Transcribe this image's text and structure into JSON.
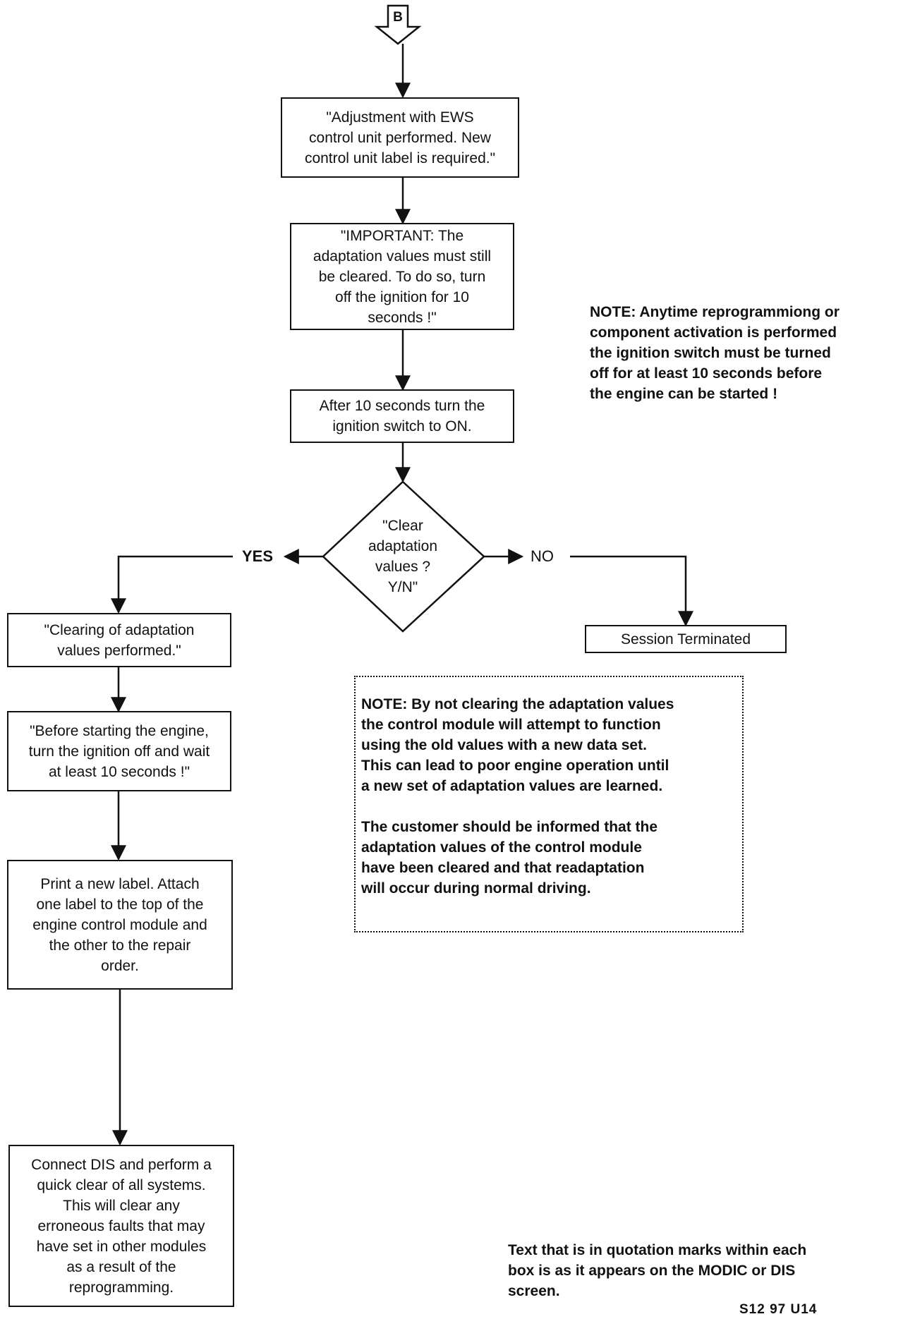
{
  "connector": {
    "letter": "B"
  },
  "boxes": {
    "adjustment": "\"Adjustment with EWS\ncontrol unit performed.  New\ncontrol unit label is required.\"",
    "important": "\"IMPORTANT: The\nadaptation values must still\nbe cleared.  To do so, turn\noff the ignition for 10\nseconds !\"",
    "after10": "After 10 seconds turn the\nignition switch to ON.",
    "clearing_performed": "\"Clearing of adaptation\nvalues performed.\"",
    "before_starting": "\"Before starting the engine,\nturn the ignition off and wait\nat least 10 seconds !\"",
    "print_label": "Print a new label.  Attach\none label to the top of the\nengine control module and\nthe other to the repair\norder.",
    "connect_dis": "Connect DIS and perform a\nquick clear of all systems.\nThis will clear any\nerroneous faults that may\nhave set in other modules\nas a result of the\nreprogramming.",
    "session_terminated": "Session Terminated"
  },
  "decision": {
    "question": "\"Clear\nadaptation\nvalues ?\nY/N\"",
    "yes_label": "YES",
    "no_label": "NO"
  },
  "notes": {
    "ignition_note": "NOTE: Anytime reprogrammiong or\ncomponent activation is performed\nthe ignition switch must be turned\noff for at least 10 seconds before\nthe engine can be started !",
    "adaptation_note_1": "NOTE: By not clearing the adaptation values\nthe control module will attempt to function\nusing the old values with a new data set.\nThis can lead to poor engine operation until\na new set of adaptation values are learned.",
    "adaptation_note_2": "The customer should be informed that the\nadaptation values of the control module\nhave been cleared and that readaptation\nwill occur during normal driving.",
    "quotation_note": "Text that is in quotation marks within each\nbox is as it appears on the MODIC or DIS\nscreen."
  },
  "figure_ref": "S12 97 U14"
}
